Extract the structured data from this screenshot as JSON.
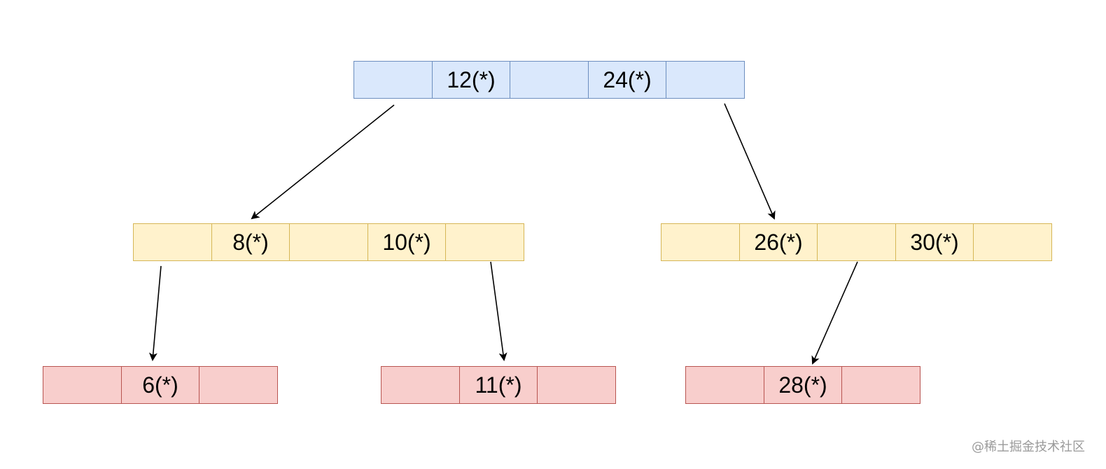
{
  "nodes": {
    "root": {
      "keys": [
        "",
        "12(*)",
        "",
        "24(*)",
        ""
      ]
    },
    "mid_left": {
      "keys": [
        "",
        "8(*)",
        "",
        "10(*)",
        ""
      ]
    },
    "mid_right": {
      "keys": [
        "",
        "26(*)",
        "",
        "30(*)",
        ""
      ]
    },
    "leaf_1": {
      "keys": [
        "",
        "6(*)",
        ""
      ]
    },
    "leaf_2": {
      "keys": [
        "",
        "11(*)",
        ""
      ]
    },
    "leaf_3": {
      "keys": [
        "",
        "28(*)",
        ""
      ]
    }
  },
  "colors": {
    "root_fill": "#dae8fc",
    "root_border": "#6c8ebf",
    "mid_fill": "#fff2cc",
    "mid_border": "#d6b656",
    "leaf_fill": "#f8cecc",
    "leaf_border": "#b85450",
    "edge": "#000000"
  },
  "watermark": "@稀土掘金技术社区"
}
